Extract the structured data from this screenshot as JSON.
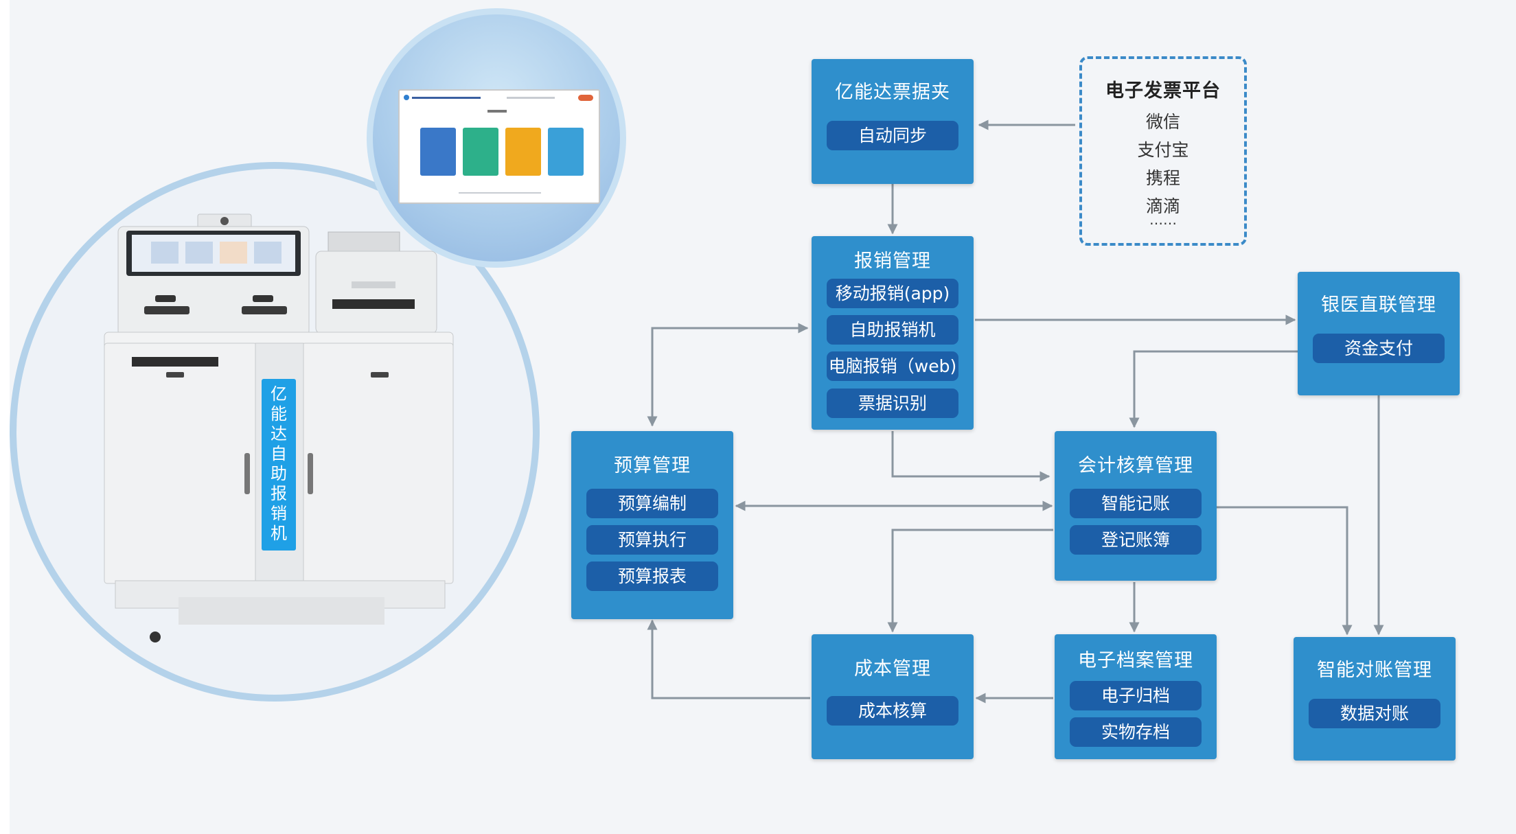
{
  "colors": {
    "box": "#2f8fcc",
    "pill": "#1c5fa8",
    "arrow": "#8a959f",
    "label": "#1fa0e6",
    "dashed": "#3b8ac8"
  },
  "kiosk": {
    "label_chars": [
      "亿",
      "能",
      "达",
      "自",
      "助",
      "报",
      "销",
      "机"
    ]
  },
  "folder": {
    "title": "亿能达票据夹",
    "items": [
      "自动同步"
    ]
  },
  "invoice_platform": {
    "title": "电子发票平台",
    "items": [
      "微信",
      "支付宝",
      "携程",
      "滴滴",
      "……"
    ]
  },
  "reimbursement": {
    "title": "报销管理",
    "items": [
      "移动报销(app)",
      "自助报销机",
      "电脑报销（web)",
      "票据识别"
    ]
  },
  "bank": {
    "title": "银医直联管理",
    "items": [
      "资金支付"
    ]
  },
  "budget": {
    "title": "预算管理",
    "items": [
      "预算编制",
      "预算执行",
      "预算报表"
    ]
  },
  "accounting": {
    "title": "会计核算管理",
    "items": [
      "智能记账",
      "登记账簿"
    ]
  },
  "cost": {
    "title": "成本管理",
    "items": [
      "成本核算"
    ]
  },
  "archive": {
    "title": "电子档案管理",
    "items": [
      "电子归档",
      "实物存档"
    ]
  },
  "reconcile": {
    "title": "智能对账管理",
    "items": [
      "数据对账"
    ]
  }
}
